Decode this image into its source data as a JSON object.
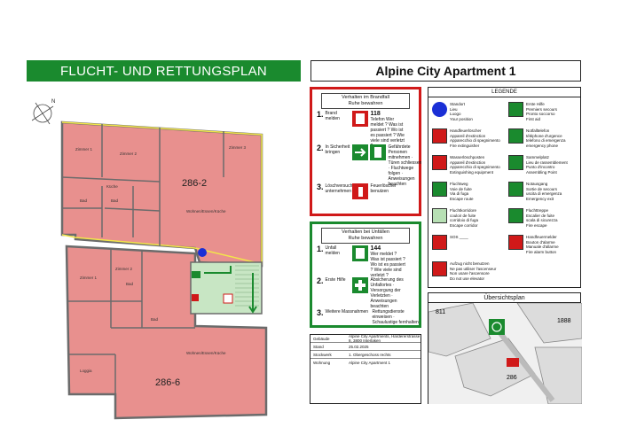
{
  "header": {
    "left_title": "FLUCHT- UND RETTUNGSPLAN",
    "right_title": "Alpine City Apartment 1"
  },
  "compass": {
    "label": "N"
  },
  "floorplan": {
    "unit_a": "286-2",
    "unit_b": "286-6",
    "rooms": [
      "Zimmer 1",
      "Zimmer 2",
      "Zimmer 3",
      "Bad",
      "Bad",
      "Küche",
      "Wohnen/Essen/Küche",
      "Zimmer 1",
      "Zimmer 2",
      "Bad",
      "Bad",
      "Wohnen/Essen/Küche",
      "Loggia"
    ]
  },
  "fire_panel": {
    "title_line1": "Verhalten im Brandfall",
    "title_line2": "Ruhe bewahren",
    "steps": [
      {
        "num": "1.",
        "text": "Brand melden",
        "phone": "118",
        "details": "Telefon  Wer meldet ? Was ist passiert ? Wo ist es passiert ? Wie viele sind verletzt ?"
      },
      {
        "num": "2.",
        "text": "In Sicherheit bringen",
        "details": "Gefährdete Personen mitnehmen · Türen schliessen · Fluchtwege folgen · Anweisungen beachten"
      },
      {
        "num": "3.",
        "text": "Löschversuch unternehmen",
        "details": "Feuerlöscher benutzen"
      }
    ]
  },
  "accident_panel": {
    "title_line1": "Verhalten bei Unfällen",
    "title_line2": "Ruhe bewahren",
    "steps": [
      {
        "num": "1.",
        "text": "Unfall melden",
        "phone": "144",
        "details": "Wer meldet ? Was ist passiert ? Wo ist es passiert ? Wie viele sind verletzt ?"
      },
      {
        "num": "2.",
        "text": "Erste Hilfe",
        "details": "Absicherung des Unfallortes · Versorgung der Verletzten · Anweisungen beachten"
      },
      {
        "num": "3.",
        "text": "Weitere Massnahmen",
        "details": "Rettungsdienste einweisen · Schaulustige fernhalten"
      }
    ]
  },
  "legend": {
    "title": "LEGENDE",
    "items": [
      {
        "label": "Standort\nLieu\nLuogo\nYour position",
        "icon": "position-dot-icon",
        "color": "#1a2fd6"
      },
      {
        "label": "Erste Hilfe\nPremiers secours\nPronto soccorso\nFirst aid",
        "icon": "first-aid-icon",
        "color": "#1a8a2e"
      },
      {
        "label": "Handfeuerlöscher\nAppareil d'extinction\nApparecchio di spegnimento\nFire extinguisher",
        "icon": "extinguisher-icon",
        "color": "#d01919"
      },
      {
        "label": "Notfalltelefon\ntéléphone d'urgence\ntelefono di emergenza\nemergency phone",
        "icon": "emergency-phone-icon",
        "color": "#1a8a2e"
      },
      {
        "label": "Wasserlöschposten\nAppareil d'extinction\nApparecchio di spegnimento\nExtinguishing equipment",
        "icon": "hose-reel-icon",
        "color": "#d01919"
      },
      {
        "label": "Sammelplatz\nLieu de rassemblement\nPunto d'incontro\nAssembling Point",
        "icon": "assembly-point-icon",
        "color": "#1a8a2e"
      },
      {
        "label": "Fluchtweg\nVoie de fuite\nVia di fuga\nEscape route",
        "icon": "escape-arrow-icon",
        "color": "#1a8a2e"
      },
      {
        "label": "Notausgang\nSortie de secours\nuscita di emergenza\nEmergency exit",
        "icon": "emergency-exit-icon",
        "color": "#1a8a2e"
      },
      {
        "label": "Fluchtkorridore\ncouloir de fuite\ncorridoio di fuga\nEscape corridor",
        "icon": "escape-corridor-icon",
        "color": "#b7e0b4"
      },
      {
        "label": "Fluchttreppe\nEscalier de fuite\nscala di sicurezza\nFire escape",
        "icon": "fire-escape-icon",
        "color": "#1a8a2e"
      },
      {
        "label": "SOS ____",
        "icon": "sos-phone-icon",
        "color": "#d01919"
      },
      {
        "label": "Handfeuermelder\nBouton d'alarme\nManuale d'allarme\nFire alarm button",
        "icon": "fire-alarm-icon",
        "color": "#d01919"
      },
      {
        "label": "Aufzug nicht benutzen\nNe pas utiliser l'ascenseur\nNon usare l'ascensore\nDo not use elevator",
        "icon": "no-elevator-icon",
        "color": "#d01919"
      }
    ]
  },
  "overview": {
    "title": "Übersichtsplan",
    "labels": [
      "811",
      "1888",
      "286"
    ]
  },
  "info": {
    "rows": [
      {
        "k": "Gebäude",
        "v": "Alpine City Apartments, Hardererstrasse 8, 3800 Interlaken"
      },
      {
        "k": "Stand",
        "v": "25.02.2025"
      },
      {
        "k": "Stockwerk",
        "v": "1. Obergeschoss rechts"
      },
      {
        "k": "Wohnung",
        "v": "Alpine City Apartment 1"
      }
    ]
  },
  "colors": {
    "room_fill": "#e8908e",
    "wall": "#6b6b6b",
    "escape_green": "#1a8a2e",
    "highlight_yellow": "#f2e64a",
    "red": "#d01919"
  }
}
